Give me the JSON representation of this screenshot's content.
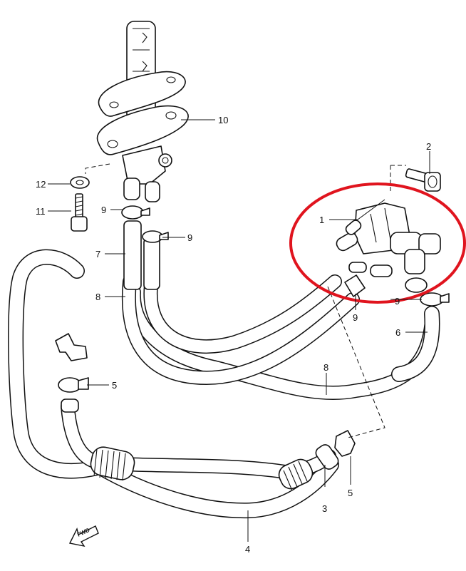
{
  "callouts": [
    {
      "key": "c1",
      "text": "1"
    },
    {
      "key": "c2",
      "text": "2"
    },
    {
      "key": "c3",
      "text": "3"
    },
    {
      "key": "c4",
      "text": "4"
    },
    {
      "key": "c5a",
      "text": "5"
    },
    {
      "key": "c5b",
      "text": "5"
    },
    {
      "key": "c6",
      "text": "6"
    },
    {
      "key": "c7",
      "text": "7"
    },
    {
      "key": "c8a",
      "text": "8"
    },
    {
      "key": "c8b",
      "text": "8"
    },
    {
      "key": "c9a",
      "text": "9"
    },
    {
      "key": "c9b",
      "text": "9"
    },
    {
      "key": "c9c",
      "text": "9"
    },
    {
      "key": "c9d",
      "text": "9"
    },
    {
      "key": "c10",
      "text": "10"
    },
    {
      "key": "c11",
      "text": "11"
    },
    {
      "key": "c12",
      "text": "12"
    }
  ],
  "fwd_label": "FWD",
  "highlight_color": "#e0141e",
  "line_color": "#111111"
}
